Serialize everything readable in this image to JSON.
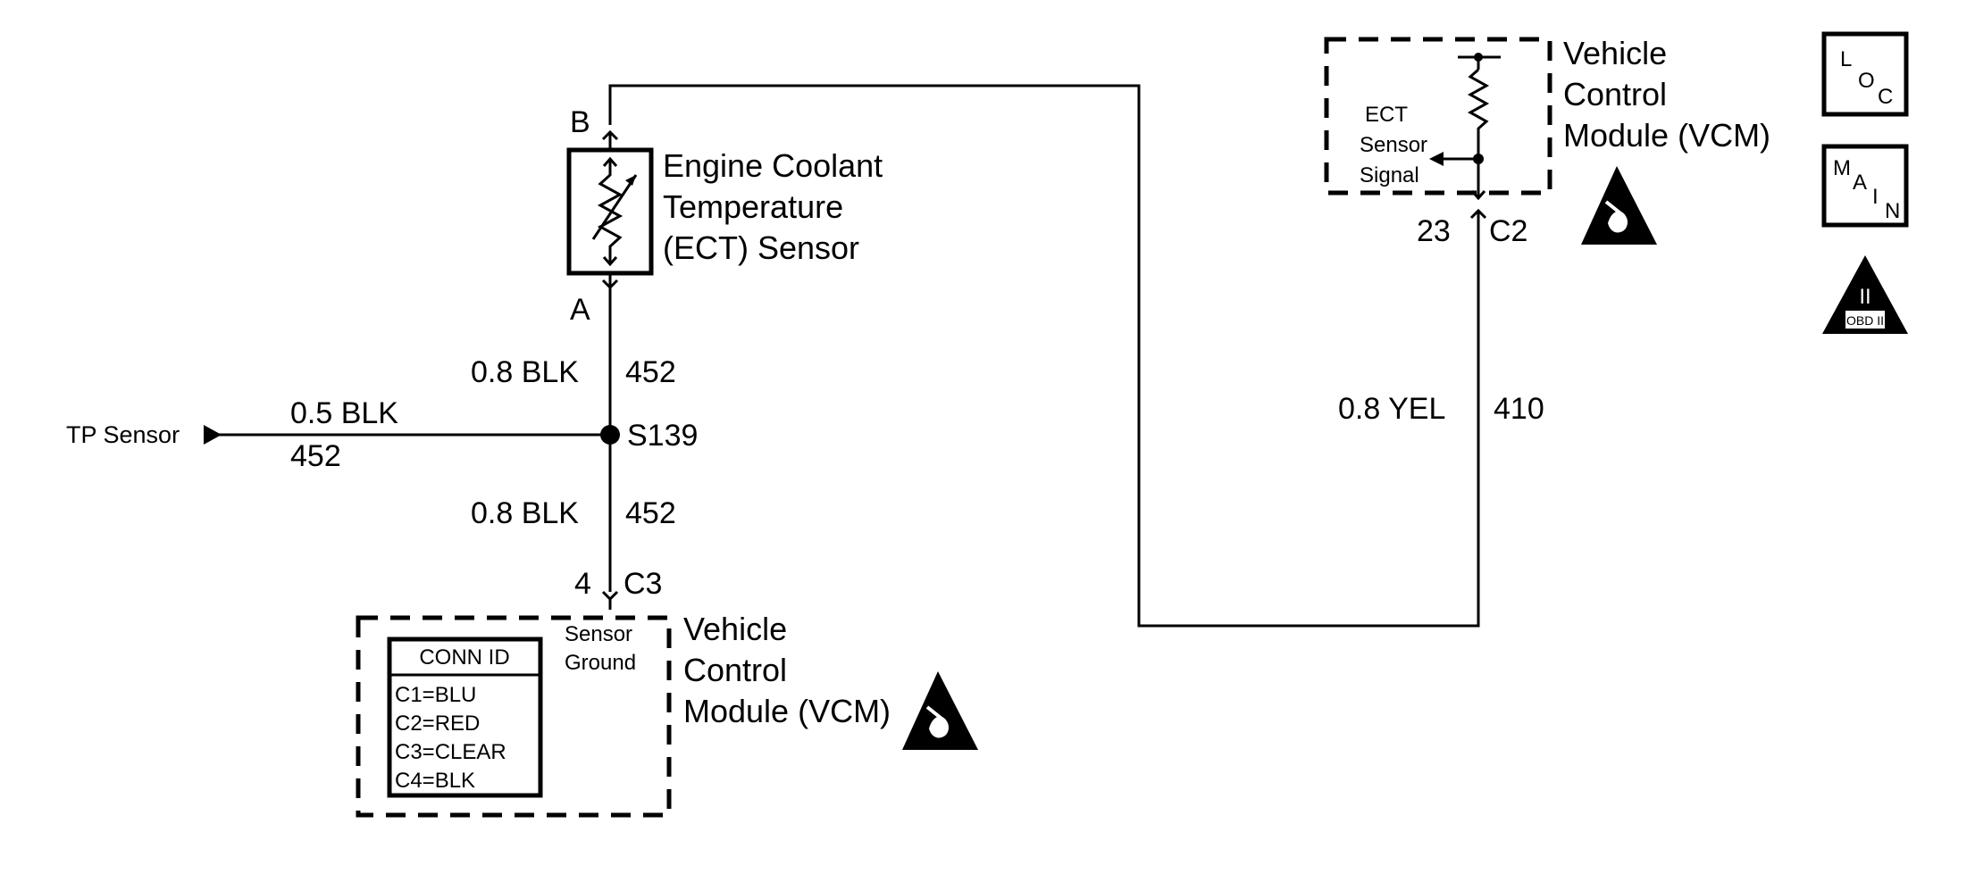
{
  "ect_sensor": {
    "label_line1": "Engine Coolant",
    "label_line2": "Temperature",
    "label_line3": "(ECT) Sensor",
    "pin_b": "B",
    "pin_a": "A"
  },
  "wires": {
    "upper_ground": {
      "gauge_color": "0.8 BLK",
      "circuit": "452"
    },
    "lower_ground": {
      "gauge_color": "0.8 BLK",
      "circuit": "452"
    },
    "tp_branch": {
      "gauge_color": "0.5 BLK",
      "circuit": "452"
    },
    "signal": {
      "gauge_color": "0.8 YEL",
      "circuit": "410"
    }
  },
  "splice": {
    "id": "S139"
  },
  "tp_sensor": {
    "label": "TP Sensor"
  },
  "vcm_bottom": {
    "pin_number": "4",
    "connector": "C3",
    "sensor_ground_line1": "Sensor",
    "sensor_ground_line2": "Ground",
    "title_line1": "Vehicle",
    "title_line2": "Control",
    "title_line3": "Module (VCM)",
    "conn_id": {
      "header": "CONN ID",
      "rows": [
        "C1=BLU",
        "C2=RED",
        "C3=CLEAR",
        "C4=BLK"
      ]
    }
  },
  "vcm_top": {
    "pin_number": "23",
    "connector": "C2",
    "signal_line1": "ECT",
    "signal_line2": "Sensor",
    "signal_line3": "Signal",
    "title_line1": "Vehicle",
    "title_line2": "Control",
    "title_line3": "Module (VCM)"
  },
  "legend": {
    "loc": {
      "l": "L",
      "o": "O",
      "c": "C"
    },
    "main": {
      "m": "M",
      "a": "A",
      "i": "I",
      "n": "N"
    },
    "obd": {
      "numeral": "II",
      "label": "OBD II"
    }
  }
}
